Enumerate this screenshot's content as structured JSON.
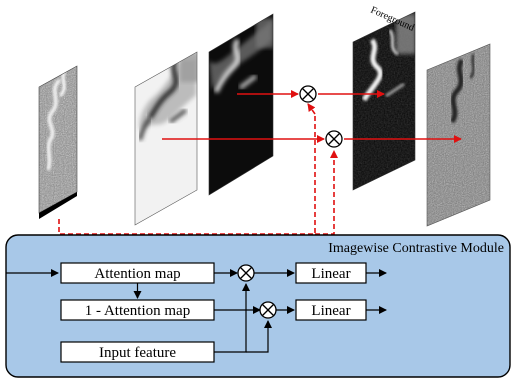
{
  "top_panel": {
    "foreground_label": "Foreground",
    "multiply_symbol": "⊗"
  },
  "module": {
    "title": "Imagewise Contrastive Module",
    "background_color": "#a8c8e8",
    "boxes": {
      "attention_map": "Attention map",
      "inverse_attention_map": "1 - Attention map",
      "input_feature": "Input feature",
      "linear_top": "Linear",
      "linear_bottom": "Linear"
    }
  },
  "colors": {
    "arrow_red": "#e01010",
    "arrow_black": "#000000",
    "box_fill": "#ffffff"
  }
}
